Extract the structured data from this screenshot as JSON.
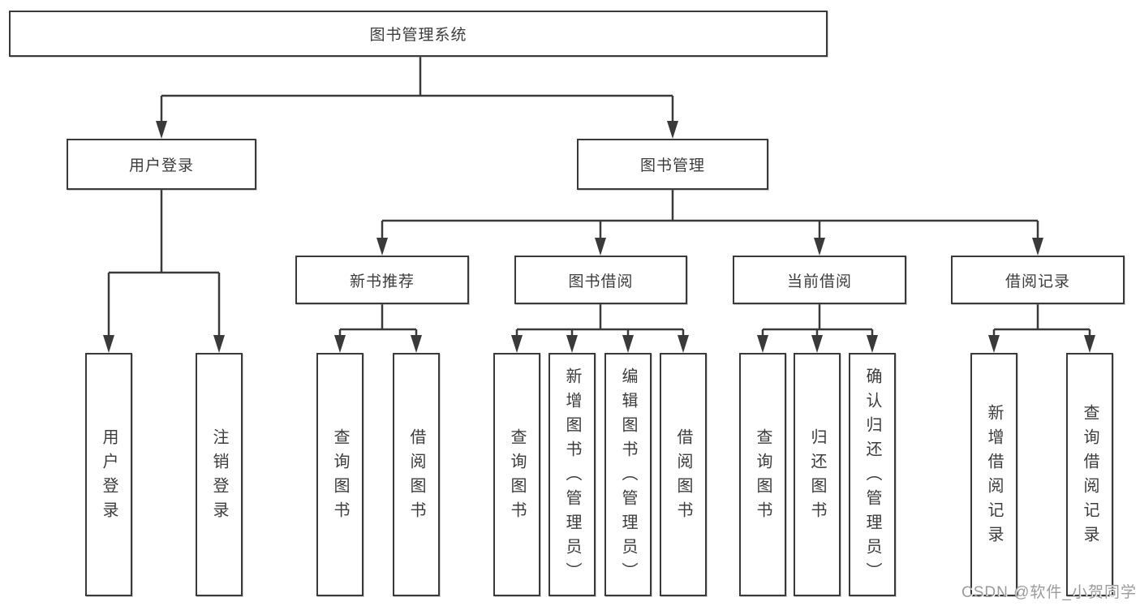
{
  "diagram": {
    "watermark": "CSDN @软件_小贺同学",
    "colors": {
      "line": "#3a3a3a",
      "border": "#3a3a3a",
      "text": "#3c3c3c",
      "background": "#ffffff",
      "watermark": "#9b9b9b"
    },
    "nodes": {
      "root": "图书管理系统",
      "user_login": "用户登录",
      "book_mgmt": "图书管理",
      "new_book_rec": "新书推荐",
      "book_borrow": "图书借阅",
      "current_borrow": "当前借阅",
      "borrow_records": "借阅记录",
      "leaf_user_login": "用户登录",
      "leaf_logout": "注销登录",
      "leaf_query_book_1": "查询图书",
      "leaf_borrow_book_1": "借阅图书",
      "leaf_query_book_2": "查询图书",
      "leaf_add_book": "新增图书（管理员）",
      "leaf_edit_book": "编辑图书（管理员）",
      "leaf_borrow_book_2": "借阅图书",
      "leaf_query_book_3": "查询图书",
      "leaf_return_book": "归还图书",
      "leaf_confirm_return": "确认归还（管理员）",
      "leaf_add_record": "新增借阅记录",
      "leaf_query_record": "查询借阅记录"
    }
  }
}
